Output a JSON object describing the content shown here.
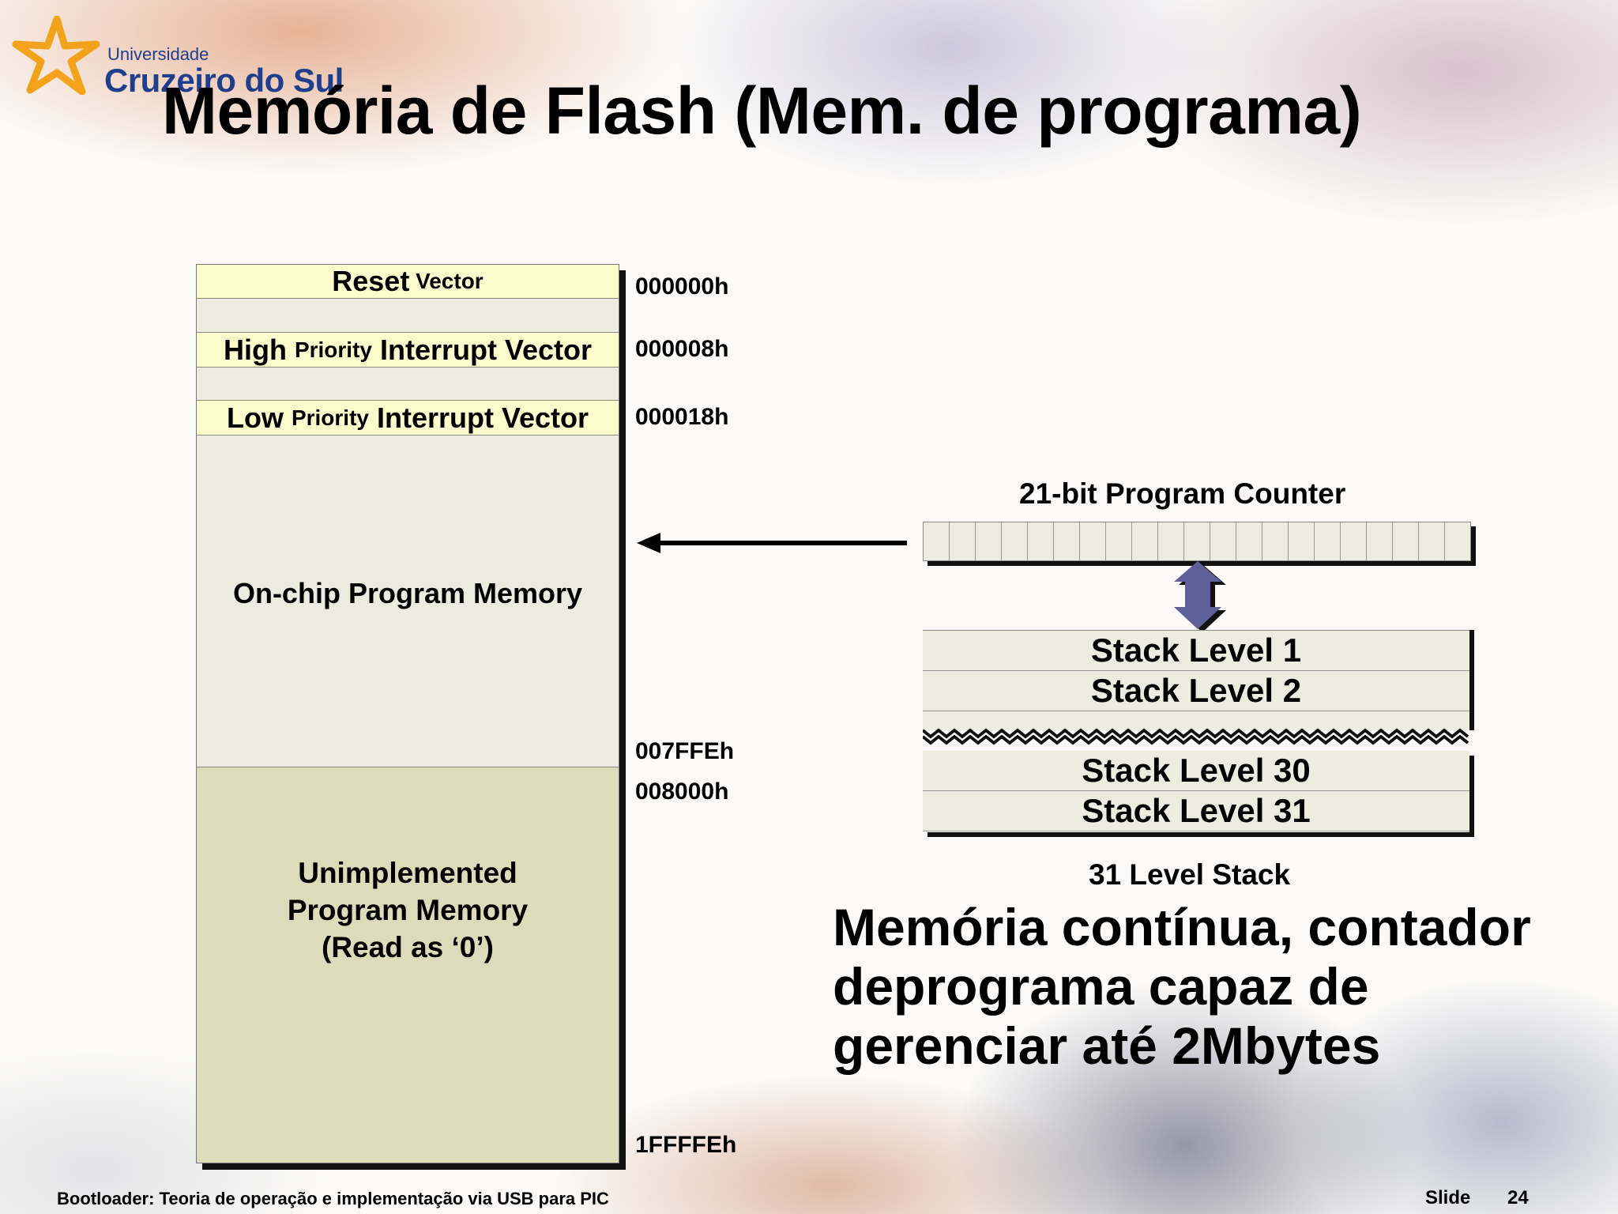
{
  "logo": {
    "university": "Universidade",
    "name": "Cruzeiro do Sul"
  },
  "title": "Memória de Flash (Mem. de programa)",
  "memory_map": {
    "reset": {
      "big": "Reset",
      "small": " Vector"
    },
    "high": {
      "pre": "High ",
      "small": "Priority",
      "post": " Interrupt Vector"
    },
    "low": {
      "pre": "Low ",
      "small": "Priority",
      "post": " Interrupt Vector"
    },
    "onchip": "On-chip Program Memory",
    "unimpl_lines": [
      "Unimplemented",
      "Program Memory",
      "(Read as ‘0’)"
    ]
  },
  "addresses": [
    "000000h",
    "000008h",
    "000018h",
    "007FFEh",
    "008000h",
    "1FFFFEh"
  ],
  "program_counter": {
    "label": "21-bit Program Counter",
    "bits": 21
  },
  "stack": {
    "levels_top": [
      "Stack Level 1",
      "Stack Level 2"
    ],
    "levels_bottom": [
      "Stack Level 30",
      "Stack Level 31"
    ],
    "caption": "31 Level Stack"
  },
  "body_lines": [
    "Memória contínua, contador",
    "deprograma capaz de",
    "gerenciar até 2Mbytes"
  ],
  "footer": {
    "text": "Bootloader: Teoria de operação e implementação via USB para PIC",
    "slide_label": "Slide",
    "slide_number": "24"
  },
  "colors": {
    "vector_fill": "#fbfbcc",
    "memory_fill": "#ebebe0",
    "unimplemented_fill": "#dcdcba",
    "arrow": "#5f5f9a",
    "logo_blue": "#1f3f8c",
    "logo_star": "#f2a31b"
  }
}
